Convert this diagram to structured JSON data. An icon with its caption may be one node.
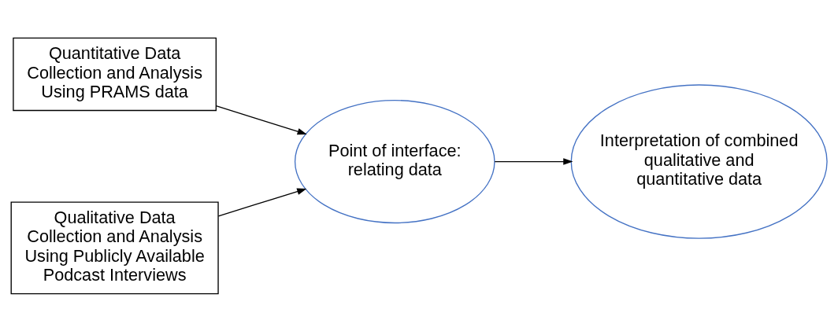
{
  "diagram": {
    "nodes": [
      {
        "text": [
          "Quantitative Data Collection and Analysis Using PRAMS data"
        ]
      },
      {
        "text": [
          "Qualitative Data Collection and Analysis Using Publicly Available Podcast Interviews"
        ]
      },
      {
        "text": [
          "Point of interface: relating data"
        ]
      },
      {
        "text": [
          "Interpretation of combined qualitative and quantitative data"
        ]
      }
    ],
    "edges": [
      {
        "from": 0,
        "to": 2,
        "arrow": "to"
      },
      {
        "from": 1,
        "to": 2,
        "arrow": "to"
      },
      {
        "from": 2,
        "to": 3,
        "arrow": "to"
      }
    ]
  }
}
